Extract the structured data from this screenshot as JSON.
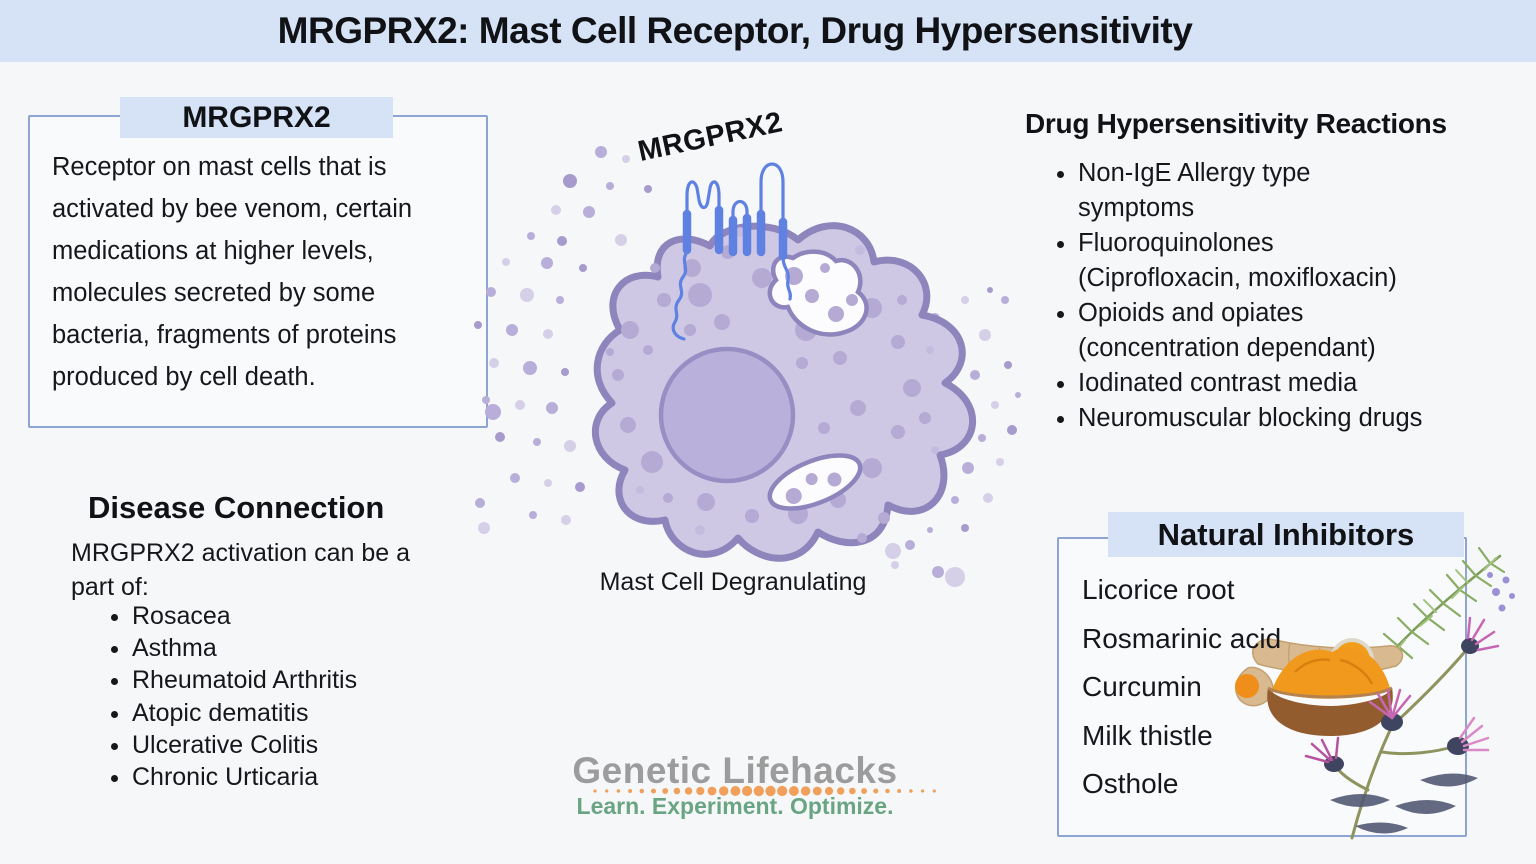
{
  "title": "MRGPRX2: Mast Cell Receptor, Drug Hypersensitivity",
  "mrgprx2_box": {
    "header": "MRGPRX2",
    "body": "Receptor on mast cells that is\nactivated by bee venom, certain\nmedications at higher levels,\nmolecules secreted by some\nbacteria, fragments of proteins\nproduced by cell death."
  },
  "disease_connection": {
    "heading": "Disease Connection",
    "intro": "MRGPRX2 activation can be a\npart of:",
    "items": [
      "Rosacea",
      "Asthma",
      "Rheumatoid Arthritis",
      "Atopic dematitis",
      "Ulcerative Colitis",
      "Chronic Urticaria"
    ]
  },
  "drug_reactions": {
    "heading": "Drug Hypersensitivity Reactions",
    "items": [
      "Non-IgE Allergy type\nsymptoms",
      "Fluoroquinolones\n(Ciprofloxacin, moxifloxacin)",
      "Opioids and opiates\n(concentration dependant)",
      "Iodinated contrast media",
      "Neuromuscular blocking drugs"
    ]
  },
  "cell": {
    "receptor_label": "MRGPRX2",
    "caption": "Mast Cell Degranulating"
  },
  "natural_inhibitors": {
    "header": "Natural Inhibitors",
    "items": [
      "Licorice root",
      "Rosmarinic acid",
      "Curcumin",
      "Milk thistle",
      "Osthole"
    ],
    "illustrations": [
      "rosemary-sprig",
      "turmeric-bowl",
      "milk-thistle-flowers"
    ]
  },
  "logo": {
    "name": "Genetic Lifehacks",
    "tagline": "Learn. Experiment. Optimize."
  },
  "colors": {
    "banner_bg": "#d6e2f5",
    "page_bg": "#f6f7f9",
    "box_border": "#8ea4d2",
    "cell_fill": "#cfc8e5",
    "cell_border": "#8d85bb",
    "granule": "#b4aad4",
    "nucleus": "#b9b0db",
    "receptor_blue": "#5f82e2",
    "logo_gray": "#9c9c9c",
    "logo_green": "#6aa583",
    "logo_orange": "#f0a05a"
  }
}
